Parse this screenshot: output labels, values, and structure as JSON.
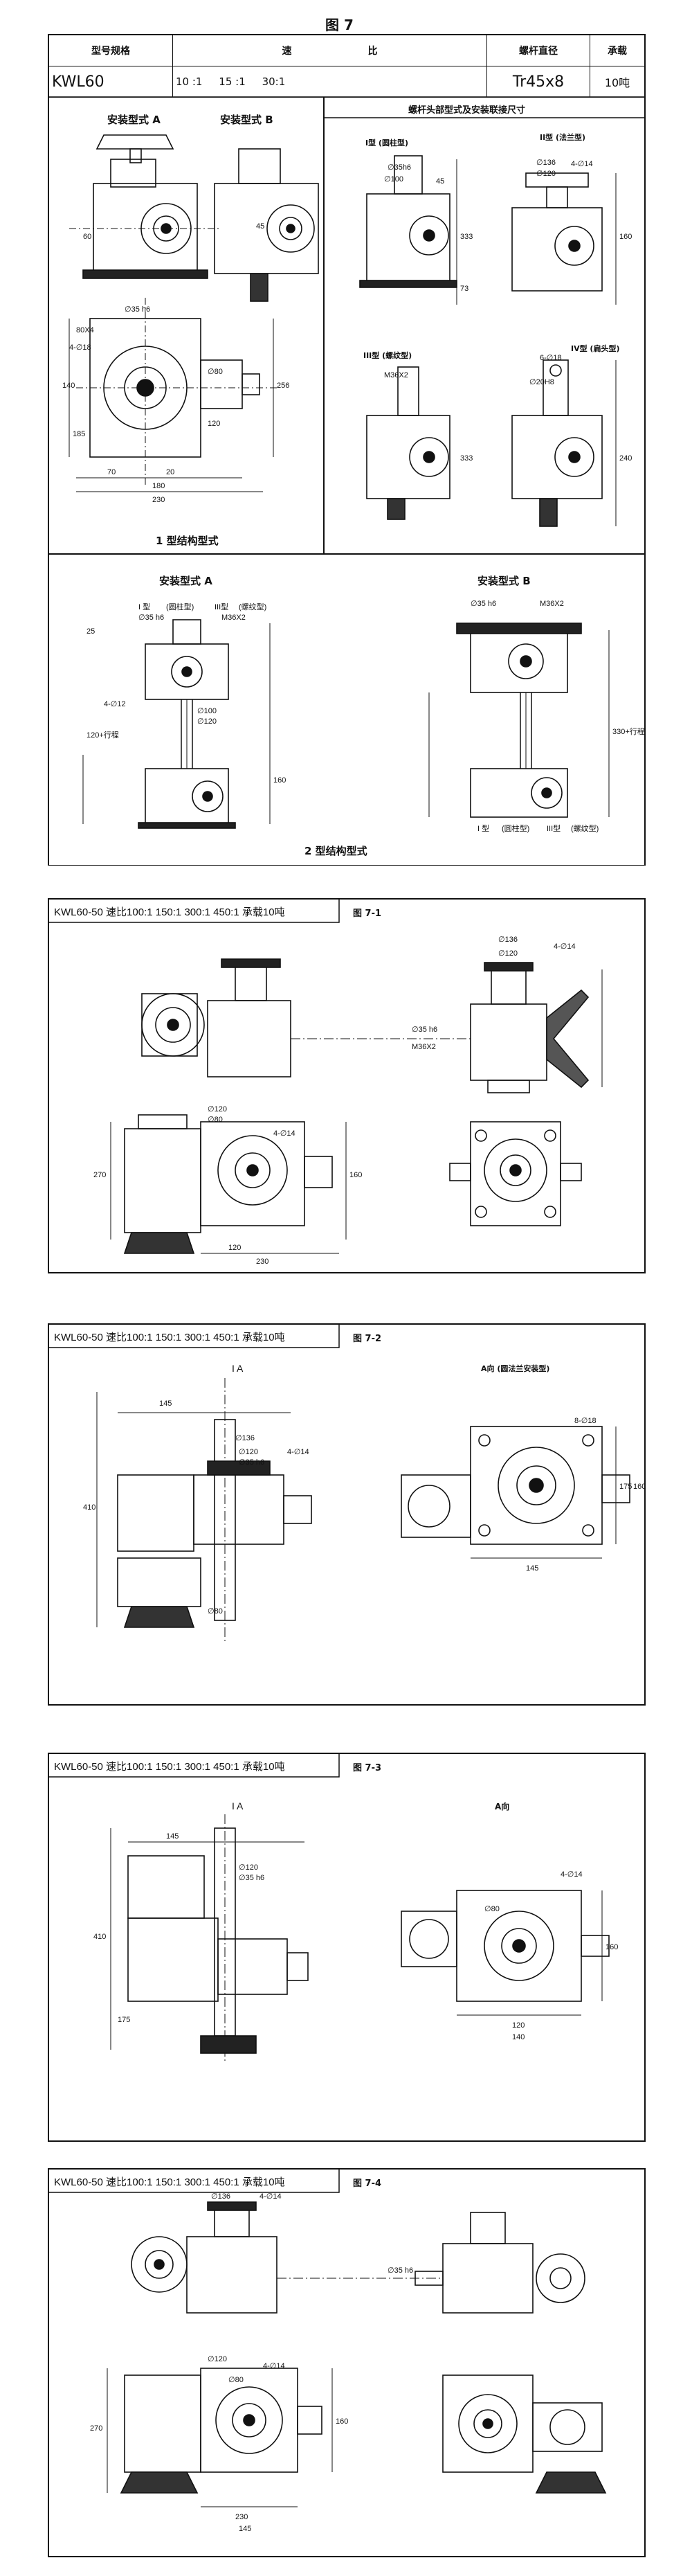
{
  "figure_title": "图 7",
  "spec_table": {
    "headers": [
      "型号规格",
      "速",
      "比",
      "螺杆直径",
      "承载"
    ],
    "model": "KWL60",
    "ratio_1": "10 :1",
    "ratio_2": "15 :1",
    "ratio_3": "30:1",
    "screw": "Tr45x8",
    "load": "10吨"
  },
  "panel1": {
    "install_a": "安装型式 A",
    "install_b": "安装型式 B",
    "right_title": "螺杆头部型式及安装联接尺寸",
    "type_i": "I型 (圆柱型)",
    "type_ii": "II型 (法兰型)",
    "type_iii": "III型 (螺纹型)",
    "type_iv": "IV型 (扁头型)",
    "caption": "1  型结构型式",
    "dims": [
      "∅35h6",
      "∅100",
      "4-∅14",
      "∅136",
      "∅120",
      "∅35 h6",
      "4-∅18",
      "∅80",
      "M36X2",
      "∅20H8",
      "45",
      "333",
      "160",
      "73",
      "70",
      "20",
      "180",
      "230",
      "140",
      "120",
      "256",
      "6-∅18",
      "80X4",
      "45",
      "185",
      "60",
      "333",
      "240"
    ]
  },
  "panel2": {
    "install_a": "安装型式 A",
    "install_b": "安装型式 B",
    "caption": "2  型结构型式",
    "dims": [
      "I 型",
      "(圆柱型)",
      "III型",
      "(螺纹型)",
      "∅35 h6",
      "M36X2",
      "4-∅12",
      "∅100",
      "∅120",
      "25",
      "120+行程",
      "160",
      "∅35 h6",
      "M36X2",
      "330+行程",
      "I 型",
      "(圆柱型)",
      "III型",
      "(螺纹型)"
    ]
  },
  "panel3": {
    "header": "KWL60-50  速比100:1 150:1 300:1 450:1 承载10吨",
    "fig_no": "图 7-1",
    "dims": [
      "∅136",
      "4-∅14",
      "∅120",
      "∅35 h6",
      "M36X2",
      "∅120",
      "∅80",
      "4-∅14",
      "120",
      "230",
      "160",
      "270"
    ]
  },
  "panel4": {
    "header": "KWL60-50  速比100:1 150:1 300:1 450:1 承载10吨",
    "fig_no": "图 7-2",
    "view_a": "I A",
    "view_b": "A向 (圆法兰安装型)",
    "dims": [
      "410",
      "145",
      "∅136",
      "4-∅14",
      "∅120",
      "∅35 h6",
      "145",
      "175",
      "160",
      "∅80",
      "8-∅18"
    ]
  },
  "panel5": {
    "header": "KWL60-50  速比100:1 150:1 300:1 450:1 承载10吨",
    "fig_no": "图 7-3",
    "view_a": "I A",
    "view_b": "A向",
    "dims": [
      "∅120",
      "∅35 h6",
      "410",
      "145",
      "175",
      "4-∅14",
      "∅80",
      "120",
      "140",
      "160"
    ]
  },
  "panel6": {
    "header": "KWL60-50  速比100:1 150:1 300:1 450:1 承载10吨",
    "fig_no": "图 7-4",
    "dims": [
      "∅136",
      "4-∅14",
      "∅120",
      "∅35 h6",
      "4-∅14",
      "∅80",
      "160",
      "270",
      "230",
      "145"
    ]
  }
}
